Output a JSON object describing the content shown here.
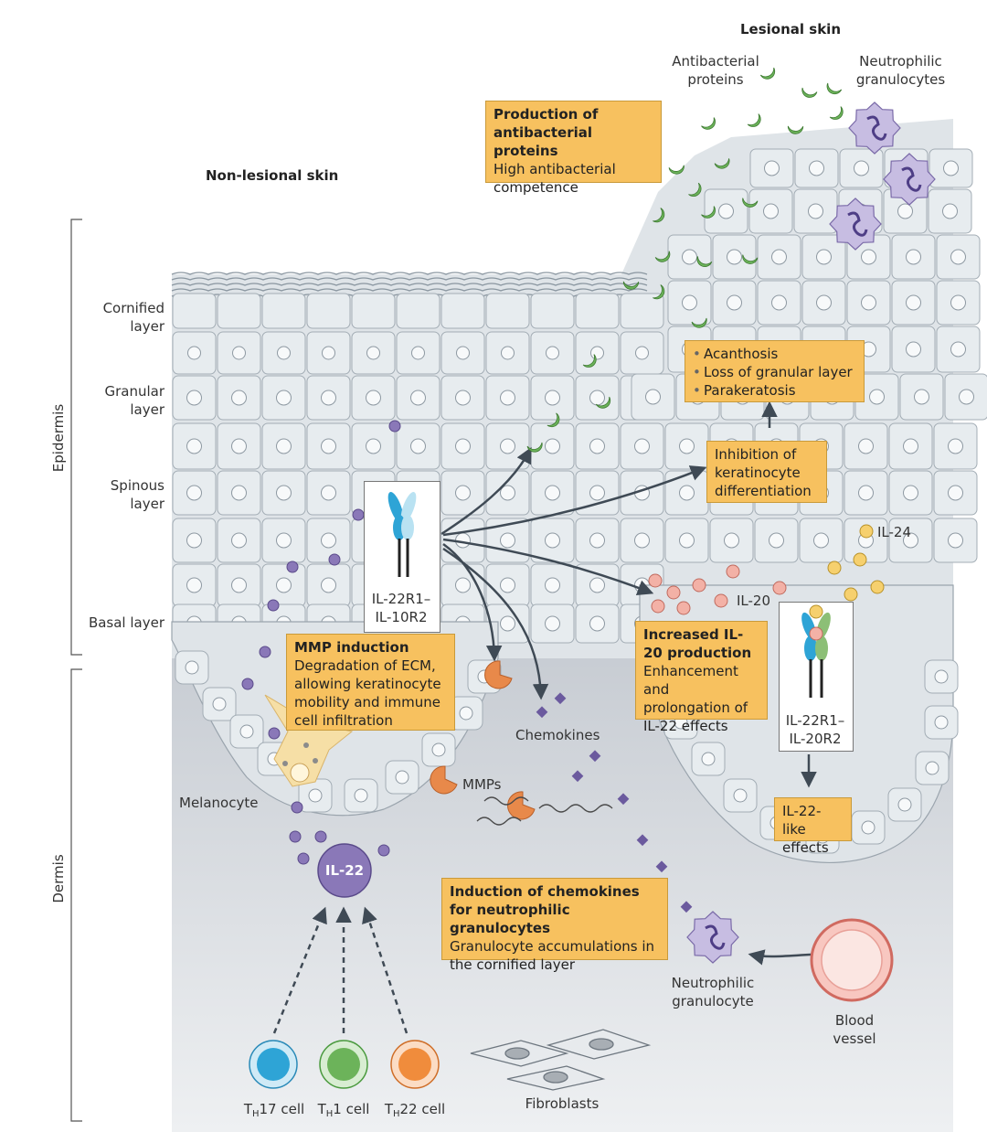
{
  "labels": {
    "lesional_skin": "Lesional skin",
    "non_lesional_skin": "Non-lesional skin",
    "antibacterial_proteins": "Antibacterial proteins",
    "neutrophilic_granulocytes": "Neutrophilic granulocytes",
    "cornified_layer": "Cornified layer",
    "granular_layer": "Granular layer",
    "spinous_layer": "Spinous layer",
    "basal_layer": "Basal layer",
    "epidermis": "Epidermis",
    "dermis": "Dermis",
    "il24": "IL-24",
    "il20": "IL-20",
    "chemokines": "Chemokines",
    "mmps": "MMPs",
    "melanocyte": "Melanocyte",
    "il22": "IL-22",
    "neutrophilic_granulocyte": "Neutrophilic granulocyte",
    "blood_vessel": "Blood vessel",
    "fibroblasts": "Fibroblasts",
    "th17_main": "T",
    "th17_sub": "H",
    "th17_rest": "17 cell",
    "th1_main": "T",
    "th1_sub": "H",
    "th1_rest": "1 cell",
    "th22_main": "T",
    "th22_sub": "H",
    "th22_rest": "22 cell"
  },
  "receptors": {
    "r1": "IL-22R1– IL-10R2",
    "r2": "IL-22R1– IL-20R2"
  },
  "boxes": {
    "antibacterial": {
      "title": "Production of antibacterial proteins",
      "body": "High antibacterial competence"
    },
    "acanthosis": {
      "items": [
        "Acanthosis",
        "Loss of granular layer",
        "Parakeratosis"
      ]
    },
    "inhibition": {
      "body": "Inhibition of keratinocyte differentiation"
    },
    "mmp": {
      "title": "MMP induction",
      "body": "Degradation of ECM, allowing keratinocyte mobility and immune cell infiltration"
    },
    "il20": {
      "title": "Increased IL-20 production",
      "body": "Enhancement and prolongation of IL-22 effects"
    },
    "il22like": {
      "body": "IL-22-like effects"
    },
    "chemokine": {
      "title": "Induction of chemokines for neutrophilic granulocytes",
      "body": "Granulocyte accumulations in the cornified layer"
    }
  },
  "colors": {
    "box_fill": "#f7c15f",
    "cell_fill": "#e4e9ec",
    "dermis": "#c7ccd3",
    "il22_purple": "#8a78b8",
    "neutrophil": "#b8acd8",
    "antibacterial_green": "#5aa84a",
    "mmp_orange": "#e8894a",
    "th17": "#2ea4d6",
    "th1": "#6cb35a",
    "th22": "#f08c3c",
    "blood_vessel": "#e88a80"
  }
}
